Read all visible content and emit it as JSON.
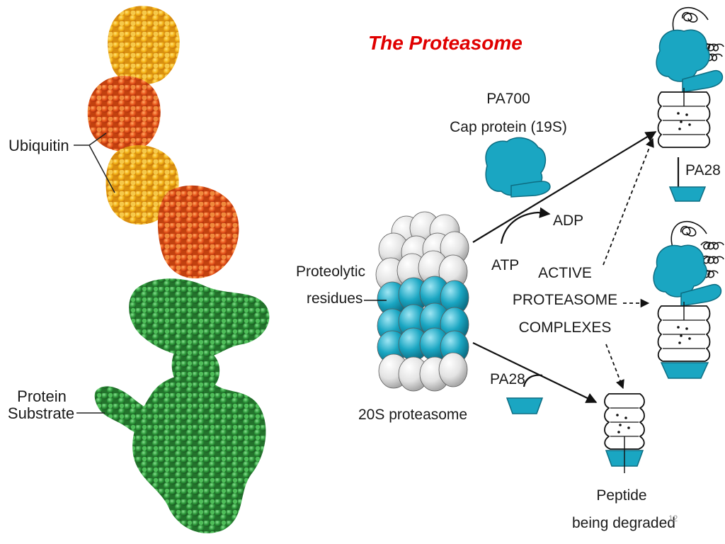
{
  "slide": {
    "title": "The Proteasome",
    "page_number": "12"
  },
  "left_figure": {
    "ubiquitin_label": "Ubiquitin",
    "substrate_label_line1": "Protein",
    "substrate_label_line2": "Substrate"
  },
  "diagram": {
    "cap_label_line1": "PA700",
    "cap_label_line2": "Cap protein (19S)",
    "adp_label": "ADP",
    "atp_label": "ATP",
    "residues_label_line1": "Proteolytic",
    "residues_label_line2": "residues",
    "core_label": "20S proteasome",
    "active_line1": "ACTIVE",
    "active_line2": "PROTEASOME",
    "active_line3": "COMPLEXES",
    "pa28_top_label": "PA28",
    "pa28_bottom_label": "PA28",
    "peptide_line1": "Peptide",
    "peptide_line2": "being degraded"
  },
  "colors": {
    "title_red": "#e00000",
    "teal": "#1aa6c2",
    "teal_light": "#3cc1dc",
    "ubiquitin_orange": "#e8551c",
    "ubiquitin_yellow": "#f5b418",
    "substrate_green": "#2e8e3a",
    "white_subunit": "#e6e6e6"
  }
}
